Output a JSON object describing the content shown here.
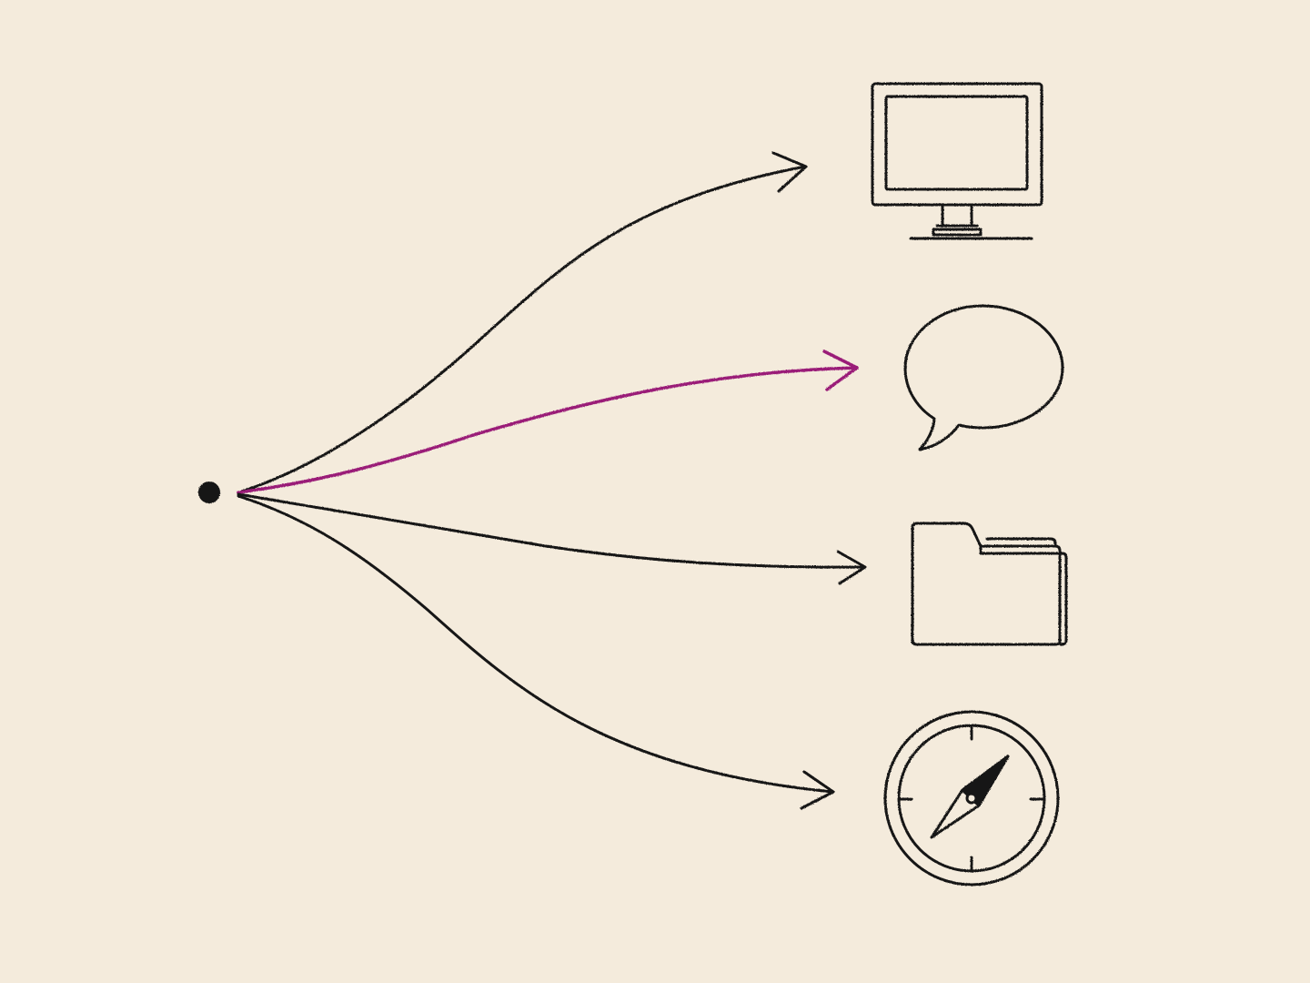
{
  "diagram": {
    "source": "origin-dot",
    "targets": [
      {
        "id": "monitor",
        "icon": "monitor-icon",
        "highlighted": false
      },
      {
        "id": "chat",
        "icon": "speech-bubble-icon",
        "highlighted": true
      },
      {
        "id": "folder",
        "icon": "folder-icon",
        "highlighted": false
      },
      {
        "id": "compass",
        "icon": "compass-icon",
        "highlighted": false
      }
    ]
  },
  "colors": {
    "background": "#f4ebdc",
    "ink": "#141414",
    "highlight": "#9a1f78"
  }
}
